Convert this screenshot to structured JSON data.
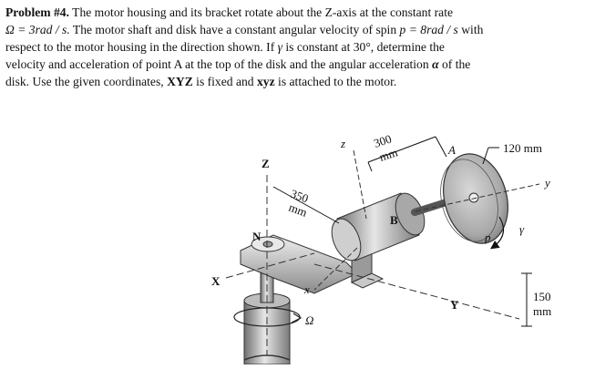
{
  "problem": {
    "line1": {
      "heading": "Problem #4.",
      "text": " The motor housing and its bracket rotate about the Z-axis at the constant rate"
    },
    "line2": {
      "omega_expr": "Ω = 3rad / s.",
      "text_mid": " The motor shaft and disk have a constant angular velocity of spin ",
      "p_expr": "p = 8rad / s",
      "text_end": " with"
    },
    "line3": {
      "text_a": "respect to the motor housing in the direction shown. If ",
      "gamma": "γ",
      "text_b": " is constant at 30°, determine the"
    },
    "line4": {
      "text_a": "velocity and acceleration of point A at the top of the disk and the angular acceleration ",
      "alpha": "α",
      "text_b": " of the"
    },
    "line5": {
      "text_a": "disk. Use the given coordinates, ",
      "XYZ": "XYZ",
      "text_b": " is fixed and ",
      "xyz": "xyz",
      "text_c": " is attached to the motor."
    }
  },
  "figure": {
    "labels": {
      "Z": "Z",
      "z": "z",
      "X": "X",
      "x": "x",
      "Y": "Y",
      "y": "y",
      "A": "A",
      "B": "B",
      "p": "p",
      "gamma": "γ",
      "omega": "Ω",
      "N": "N",
      "dim_300_value": "300",
      "dim_300_unit": "mm",
      "dim_350_value": "350",
      "dim_350_unit": "mm",
      "dim_120": "120 mm",
      "dim_150_value": "150",
      "dim_150_unit": "mm"
    }
  }
}
